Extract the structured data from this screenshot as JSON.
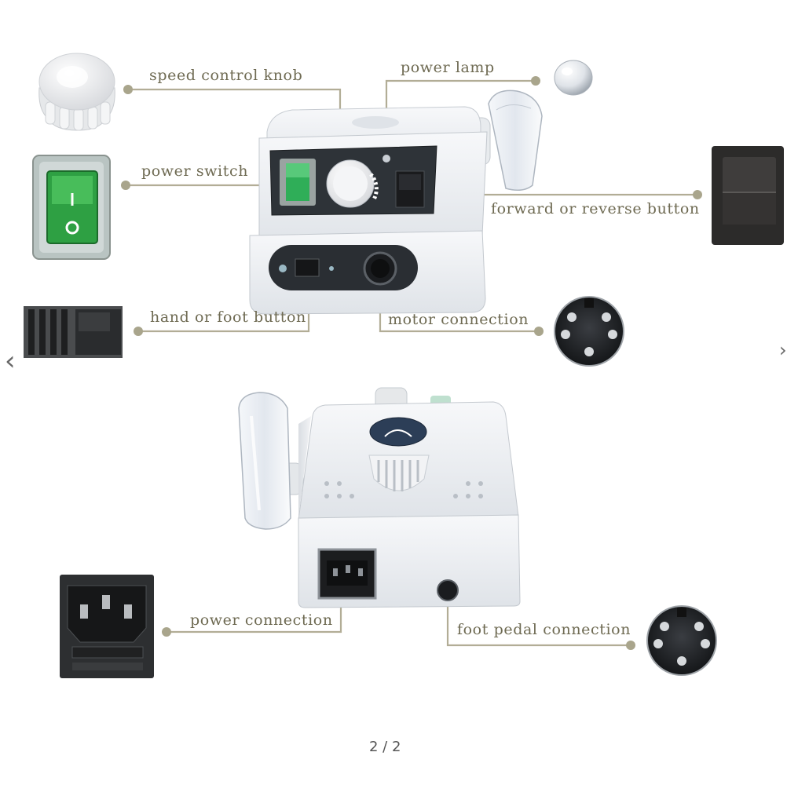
{
  "labels": {
    "speed_control_knob": "speed control knob",
    "power_lamp": "power lamp",
    "power_switch": "power switch",
    "forward_reverse": "forward or reverse button",
    "hand_foot": "hand or foot button",
    "motor_connection": "motor connection",
    "power_connection": "power connection",
    "foot_pedal_connection": "foot pedal connection"
  },
  "navigation": {
    "prev": "‹",
    "next": "›",
    "page_indicator": "2 / 2"
  },
  "colors": {
    "callout_line": "#b2ad96",
    "callout_dot": "#a9a58c",
    "label_text": "#6e6a52",
    "device_body": "#eef0f3",
    "panel_dark": "#2e3338",
    "switch_green": "#2ea043"
  },
  "icons": {
    "knob": "speed-knob-icon",
    "lamp": "power-lamp-icon",
    "switch": "rocker-switch-icon",
    "rocker": "forward-reverse-rocker-icon",
    "hand_foot": "hand-foot-switch-icon",
    "motor_socket": "motor-socket-icon",
    "iec_socket": "iec-power-socket-icon",
    "pedal_socket": "pedal-socket-icon"
  }
}
